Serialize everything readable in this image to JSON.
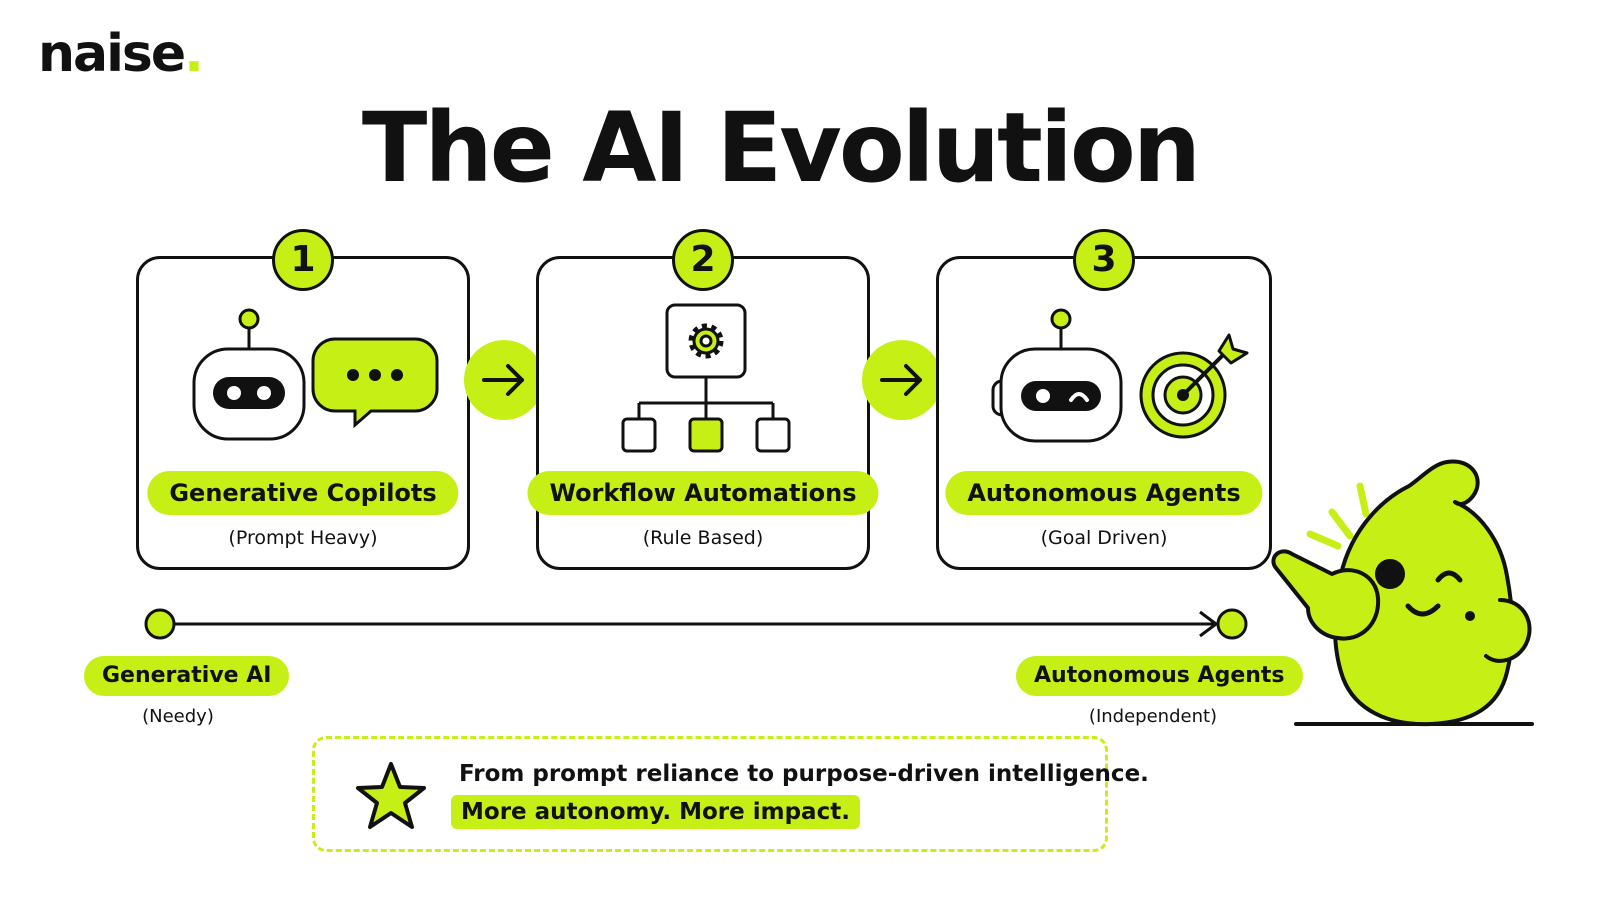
{
  "brand": {
    "name": "naise",
    "dot": "."
  },
  "title": "The AI Evolution",
  "accent": "#c6ef16",
  "stages": [
    {
      "number": "1",
      "label": "Generative Copilots",
      "sub": "(Prompt Heavy)",
      "icons": [
        "robot-icon",
        "chat-bubble-icon"
      ]
    },
    {
      "number": "2",
      "label": "Workflow Automations",
      "sub": "(Rule Based)",
      "icons": [
        "gear-flowchart-icon"
      ]
    },
    {
      "number": "3",
      "label": "Autonomous Agents",
      "sub": "(Goal Driven)",
      "icons": [
        "robot-icon",
        "target-icon"
      ]
    }
  ],
  "timeline": {
    "start": {
      "label": "Generative AI",
      "sub": "(Needy)"
    },
    "end": {
      "label": "Autonomous Agents",
      "sub": "(Independent)"
    }
  },
  "banner": {
    "line1": "From prompt reliance to purpose-driven intelligence.",
    "line2": "More autonomy. More impact.",
    "icon": "star-icon"
  },
  "mascot": {
    "icon": "mascot-pointing-icon"
  }
}
